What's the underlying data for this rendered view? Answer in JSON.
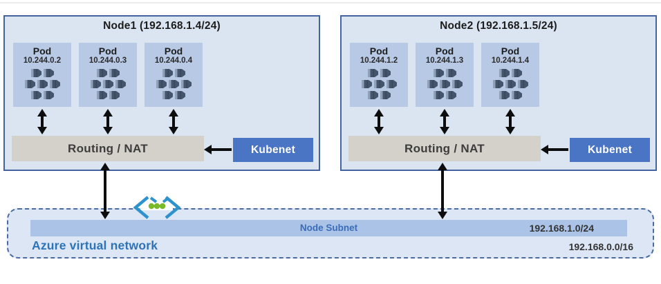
{
  "nodes": [
    {
      "title": "Node1 (192.168.1.4/24)",
      "pods": [
        {
          "label": "Pod",
          "ip": "10.244.0.2"
        },
        {
          "label": "Pod",
          "ip": "10.244.0.3"
        },
        {
          "label": "Pod",
          "ip": "10.244.0.4"
        }
      ],
      "routing_label": "Routing / NAT",
      "kubenet_label": "Kubenet"
    },
    {
      "title": "Node2 (192.168.1.5/24)",
      "pods": [
        {
          "label": "Pod",
          "ip": "10.244.1.2"
        },
        {
          "label": "Pod",
          "ip": "10.244.1.3"
        },
        {
          "label": "Pod",
          "ip": "10.244.1.4"
        }
      ],
      "routing_label": "Routing / NAT",
      "kubenet_label": "Kubenet"
    }
  ],
  "vnet": {
    "label": "Azure virtual network",
    "subnet_label": "Node Subnet",
    "subnet_cidr": "192.168.1.0/24",
    "vnet_cidr": "192.168.0.0/16"
  },
  "icons": {
    "pod": "containers-icon",
    "vnet": "virtual-network-icon"
  },
  "colors": {
    "node_fill": "#dbe5f2",
    "node_border": "#44639e",
    "pod_fill": "#b7c9e4",
    "pod_icon_dark": "#44546a",
    "pod_icon_light": "#90a0b8",
    "routing_fill": "#d4d1cb",
    "kubenet_fill": "#4a74c4",
    "subnet_bar_fill": "#aac3e7",
    "subnet_label_text": "#3a6cb8",
    "vnet_fill": "#dce6f5",
    "vnet_dash": "#4a6aa0",
    "azure_label_text": "#2d73b8",
    "vnet_icon_blue": "#2e93cd",
    "vnet_icon_green": "#79ba28",
    "arrow": "#0d0d0d"
  }
}
